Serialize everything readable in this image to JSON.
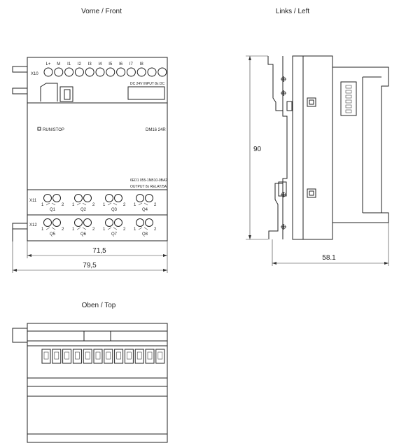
{
  "views": {
    "front_title": "Vorne / Front",
    "left_title": "Links / Left",
    "top_title": "Oben / Top"
  },
  "front": {
    "x10": "X10",
    "x11": "X11",
    "x12": "X12",
    "terminals_top": [
      "L+",
      "M",
      "I1",
      "I2",
      "I3",
      "I4",
      "I5",
      "I6",
      "I7",
      "I8"
    ],
    "input_label": "DC 24V  INPUT 8x DC",
    "run_stop": "RUN/STOP",
    "model": "DM16 24R",
    "order_no": "6ED1 055-1NB10-0BA2",
    "output_label": "OUTPUT 8x RELAY/5A",
    "x11_outputs": [
      "Q1",
      "Q2",
      "Q3",
      "Q4"
    ],
    "x12_outputs": [
      "Q5",
      "Q6",
      "Q7",
      "Q8"
    ],
    "pin1": "1",
    "pin2": "2"
  },
  "dimensions": {
    "inner_width": "71,5",
    "outer_width": "79,5",
    "height": "90",
    "depth": "58.1"
  }
}
